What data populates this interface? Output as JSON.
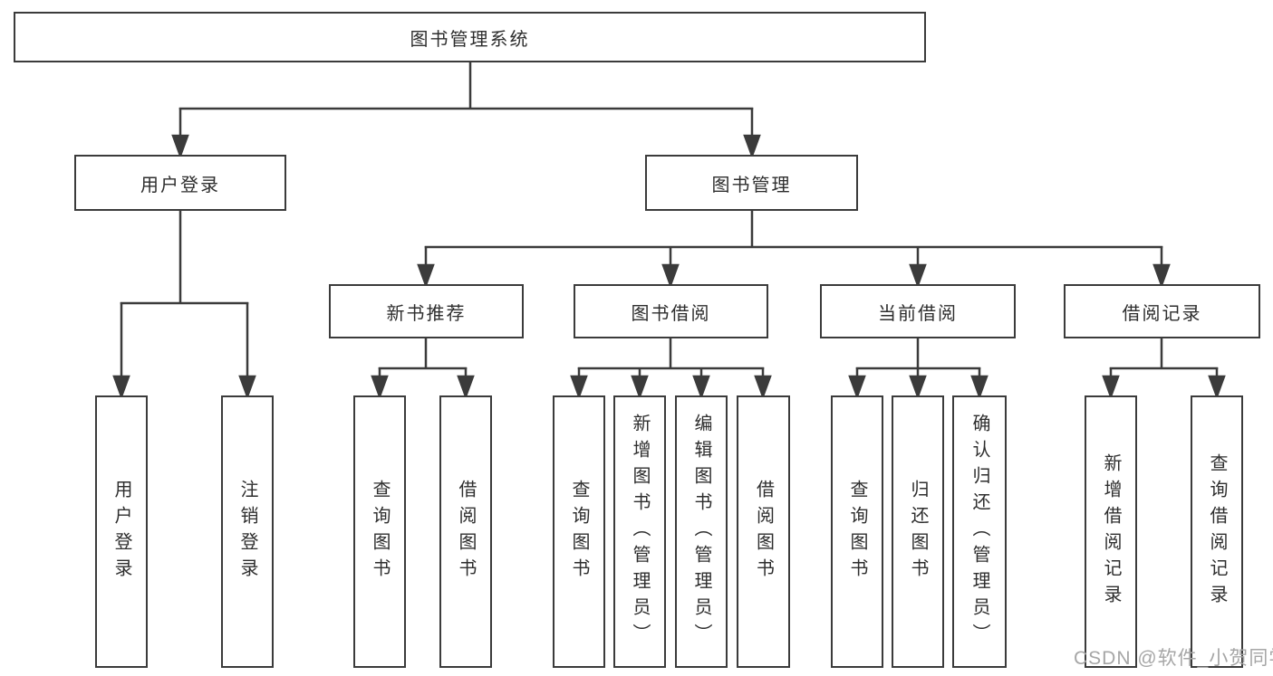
{
  "colors": {
    "line": "#3b3b3b",
    "box_border": "#3b3b3b",
    "text": "#2e2e2e",
    "watermark": "#a6a6a6",
    "background": "#ffffff"
  },
  "watermark": {
    "text": "CSDN @软件_小贺同学"
  },
  "diagram": {
    "root": {
      "label": "图书管理系统"
    },
    "branches": [
      {
        "label": "用户登录",
        "children": [
          {
            "label": "用户登录"
          },
          {
            "label": "注销登录"
          }
        ]
      },
      {
        "label": "图书管理",
        "children": [
          {
            "label": "新书推荐",
            "children": [
              {
                "label": "查询图书"
              },
              {
                "label": "借阅图书"
              }
            ]
          },
          {
            "label": "图书借阅",
            "children": [
              {
                "label": "查询图书"
              },
              {
                "label": "新增图书（管理员）"
              },
              {
                "label": "编辑图书（管理员）"
              },
              {
                "label": "借阅图书"
              }
            ]
          },
          {
            "label": "当前借阅",
            "children": [
              {
                "label": "查询图书"
              },
              {
                "label": "归还图书"
              },
              {
                "label": "确认归还（管理员）"
              }
            ]
          },
          {
            "label": "借阅记录",
            "children": [
              {
                "label": "新增借阅记录"
              },
              {
                "label": "查询借阅记录"
              }
            ]
          }
        ]
      }
    ]
  }
}
